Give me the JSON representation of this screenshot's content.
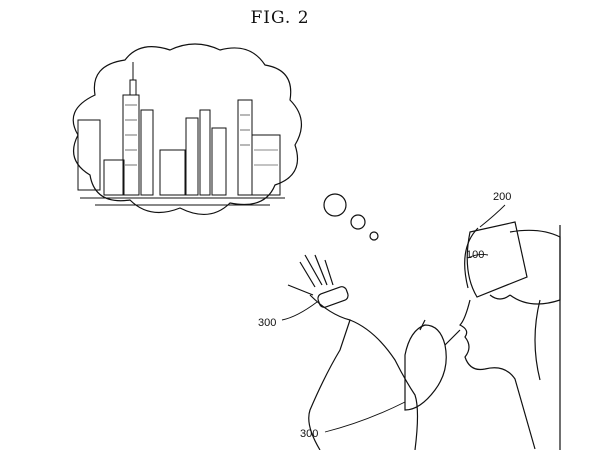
{
  "figure": {
    "title": "FIG. 2",
    "labels": {
      "hmd_frame": "200",
      "hmd_device": "100",
      "controller_upper": "300",
      "controller_lower": "300"
    }
  }
}
